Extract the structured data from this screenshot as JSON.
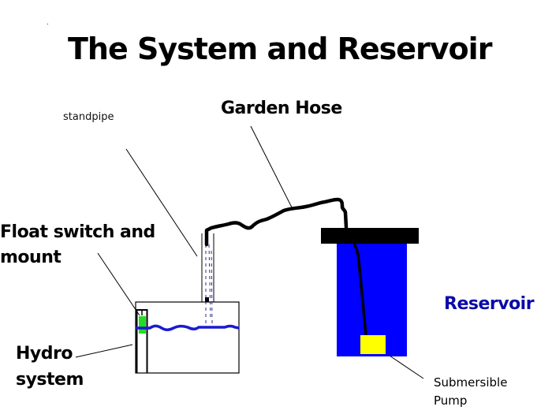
{
  "title": "The System and Reservoir",
  "labels": {
    "standpipe": "standpipe",
    "garden_hose": "Garden Hose",
    "float_switch_line1": "Float switch and",
    "float_switch_line2": "mount",
    "hydro_line1": "Hydro",
    "hydro_line2": "system",
    "reservoir": "Reservoir",
    "pump_line1": "Submersible",
    "pump_line2": "Pump"
  },
  "colors": {
    "reservoir_fill": "#0000ff",
    "reservoir_label": "#0a0aa8",
    "lid": "#000000",
    "pump": "#ffff00",
    "float_switch": "#22dd22",
    "water_line": "#1a1ad0",
    "drip": "#2a2a9a",
    "hose": "#000000"
  }
}
